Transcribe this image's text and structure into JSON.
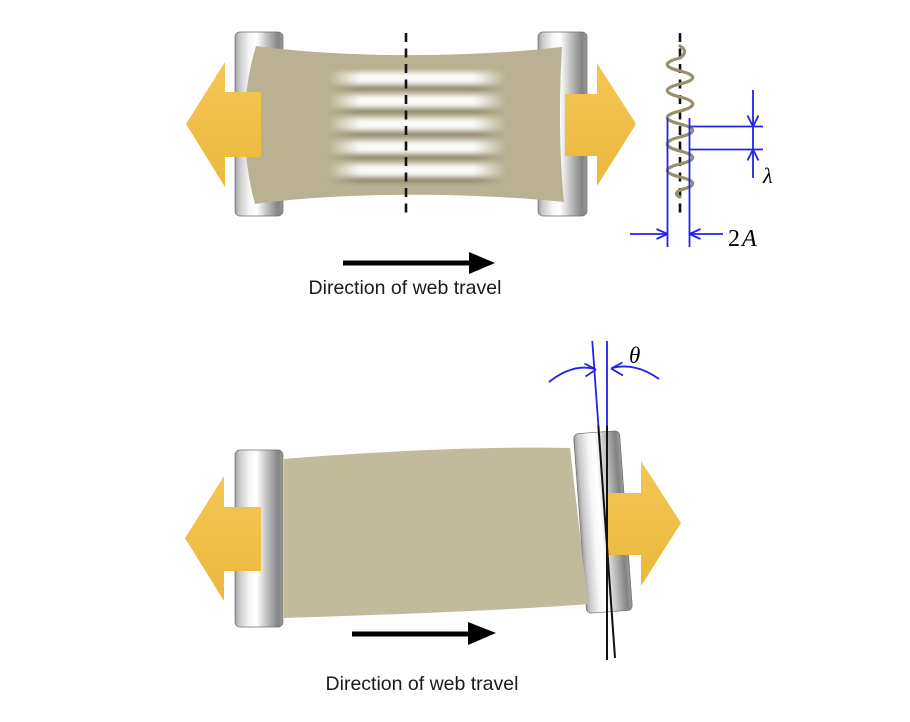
{
  "figure": {
    "description": "Two schematic diagrams of a web (film) stretched between rollers: top shows MD-tension wrinkles with a wave-detail dimensioned by wavelength and amplitude; bottom shows a misaligned (skewed) roller with angle theta.",
    "top_diagram": {
      "caption": "Direction of web travel",
      "detail": {
        "wavelength_label": "λ",
        "amplitude_coefficient": "2",
        "amplitude_variable": "A"
      }
    },
    "bottom_diagram": {
      "caption": "Direction of web travel",
      "angle_label": "θ"
    },
    "colors": {
      "background": "#ffffff",
      "web": "#c1bb9b",
      "web_top": "#b9b192",
      "roller_highlight": "#ffffff",
      "roller_shadow": "#8a8a8a",
      "tension_arrow": "#f0bf47",
      "annotation_blue": "#2323e9",
      "wave_stroke": "#97906d",
      "ink": "#1a1a1a"
    }
  }
}
